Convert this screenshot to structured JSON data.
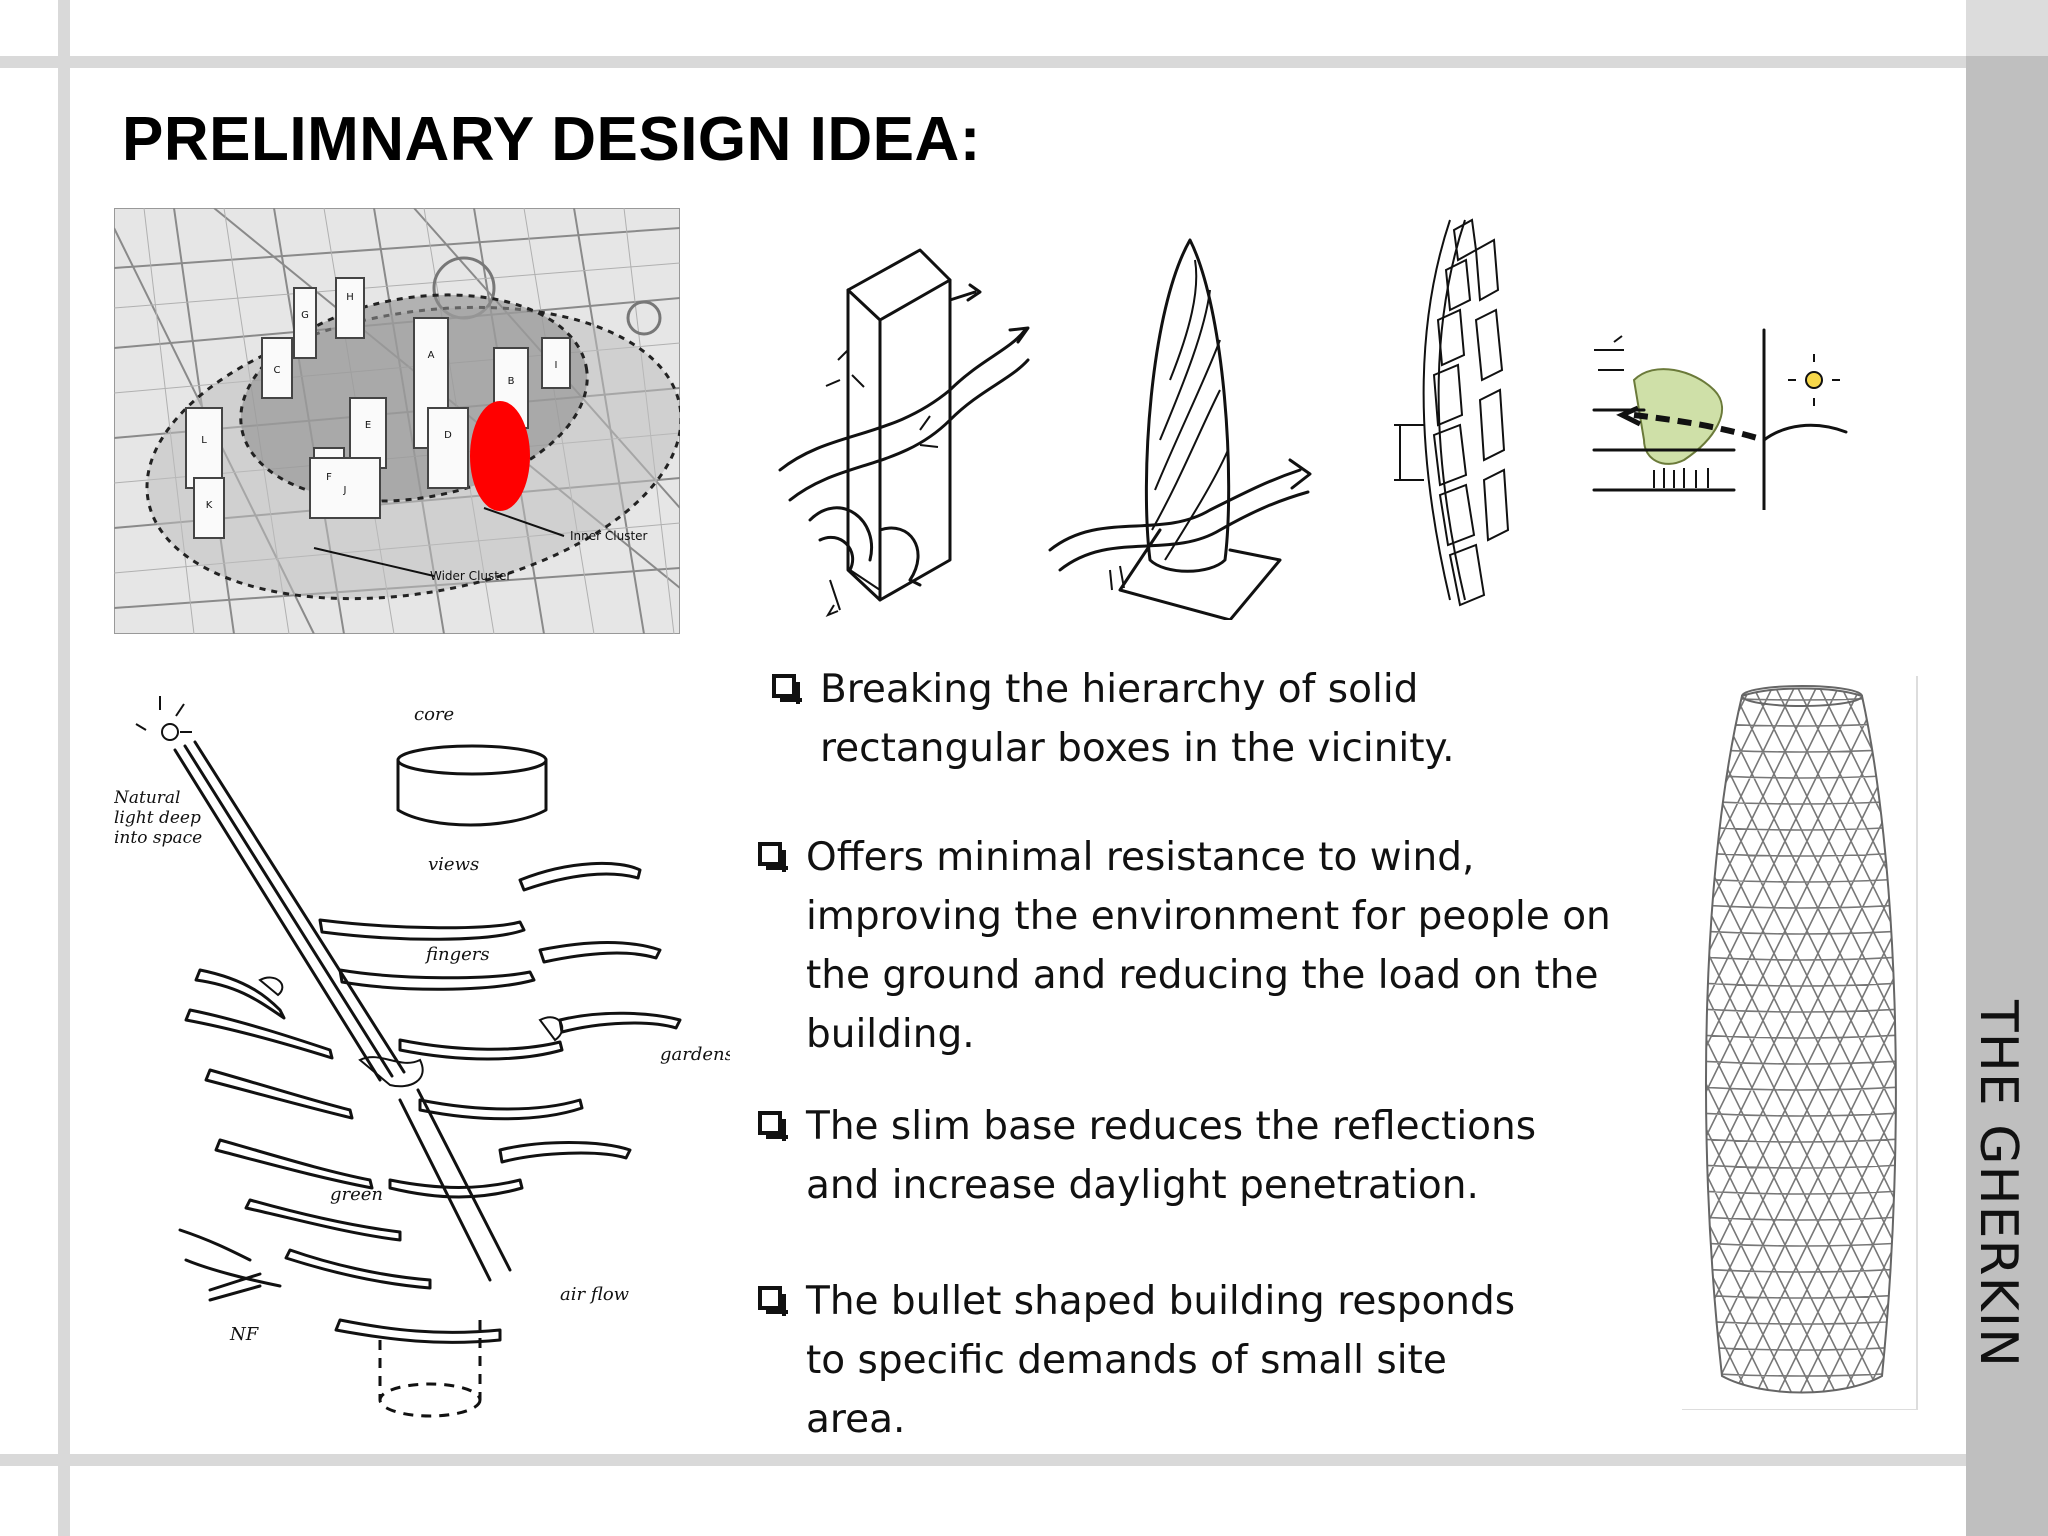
{
  "slide": {
    "title": "PRELIMNARY DESIGN IDEA:",
    "side_title": "THE GHERKIN"
  },
  "site_map": {
    "building_letters": [
      "G",
      "H",
      "A",
      "B",
      "I",
      "C",
      "E",
      "D",
      "L",
      "F",
      "J",
      "K"
    ],
    "label_inner": "Inner Cluster",
    "label_wider": "Wider Cluster"
  },
  "section_sketch": {
    "labels": {
      "core": "core",
      "natural_light": "Natural light deep into space",
      "views": "views",
      "fingers": "fingers",
      "gardens": "gardens",
      "green": "green",
      "air_flow": "air flow",
      "nf": "NF"
    }
  },
  "bullets": [
    {
      "lines": [
        "Breaking the hierarchy of solid",
        "rectangular boxes in the vicinity."
      ]
    },
    {
      "lines": [
        "Offers minimal resistance to wind,",
        "improving the environment for people on",
        "the ground and reducing the load on the",
        "building."
      ]
    },
    {
      "lines": [
        "The slim base reduces the reflections",
        "and increase daylight penetration."
      ]
    },
    {
      "lines": [
        "The bullet shaped building responds",
        "to specific demands of small site",
        "area."
      ]
    }
  ],
  "colors": {
    "frame": "#d9d9d9",
    "sidebar": "#bfbfbf",
    "site_marker": "#ff0000"
  }
}
